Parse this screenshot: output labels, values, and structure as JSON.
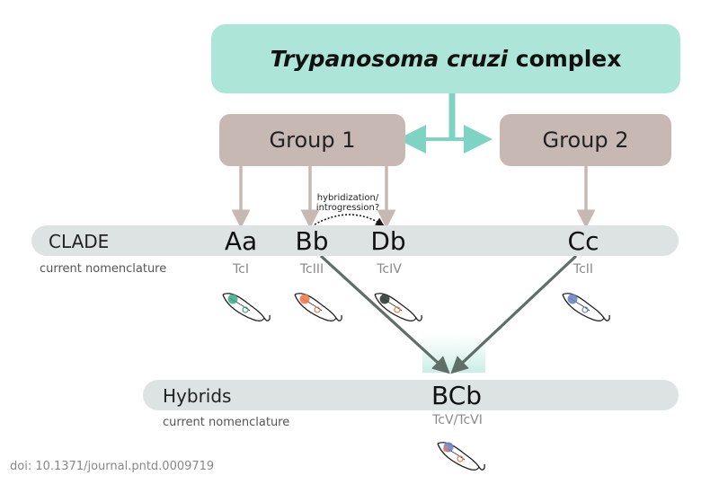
{
  "title": {
    "italic": "Trypanosoma cruzi",
    "rest": " complex"
  },
  "groups": [
    {
      "label": "Group 1"
    },
    {
      "label": "Group 2"
    }
  ],
  "clade_row": {
    "label": "CLADE",
    "nomenclature": "current nomenclature"
  },
  "clades": [
    {
      "name": "Aa",
      "tc": "TcI"
    },
    {
      "name": "Bb",
      "tc": "TcIII"
    },
    {
      "name": "Db",
      "tc": "TcIV"
    },
    {
      "name": "Cc",
      "tc": "TcII"
    }
  ],
  "hybridization_note": {
    "line1": "hybridization/",
    "line2": "introgression?"
  },
  "hybrid_row": {
    "label": "Hybrids",
    "nomenclature": "current nomenclature"
  },
  "hybrid": {
    "name": "BCb",
    "tc": "TcV/TcVI"
  },
  "doi": "doi: 10.1371/journal.pntd.0009719",
  "colors": {
    "root": "#ade6d8",
    "group": "#c8b8b4",
    "band": "#dde3e2",
    "teal_arrow": "#7fd3c3",
    "group_arrow": "#c8b8b4",
    "hybrid_arrow": "#5f6e66",
    "parasite_Aa": "#3aa88a",
    "parasite_Bb": "#ee7b52",
    "parasite_Db": "#2f3e3a",
    "parasite_Cc": "#6b86c2",
    "parasite_BCb": "#6b86c2"
  }
}
